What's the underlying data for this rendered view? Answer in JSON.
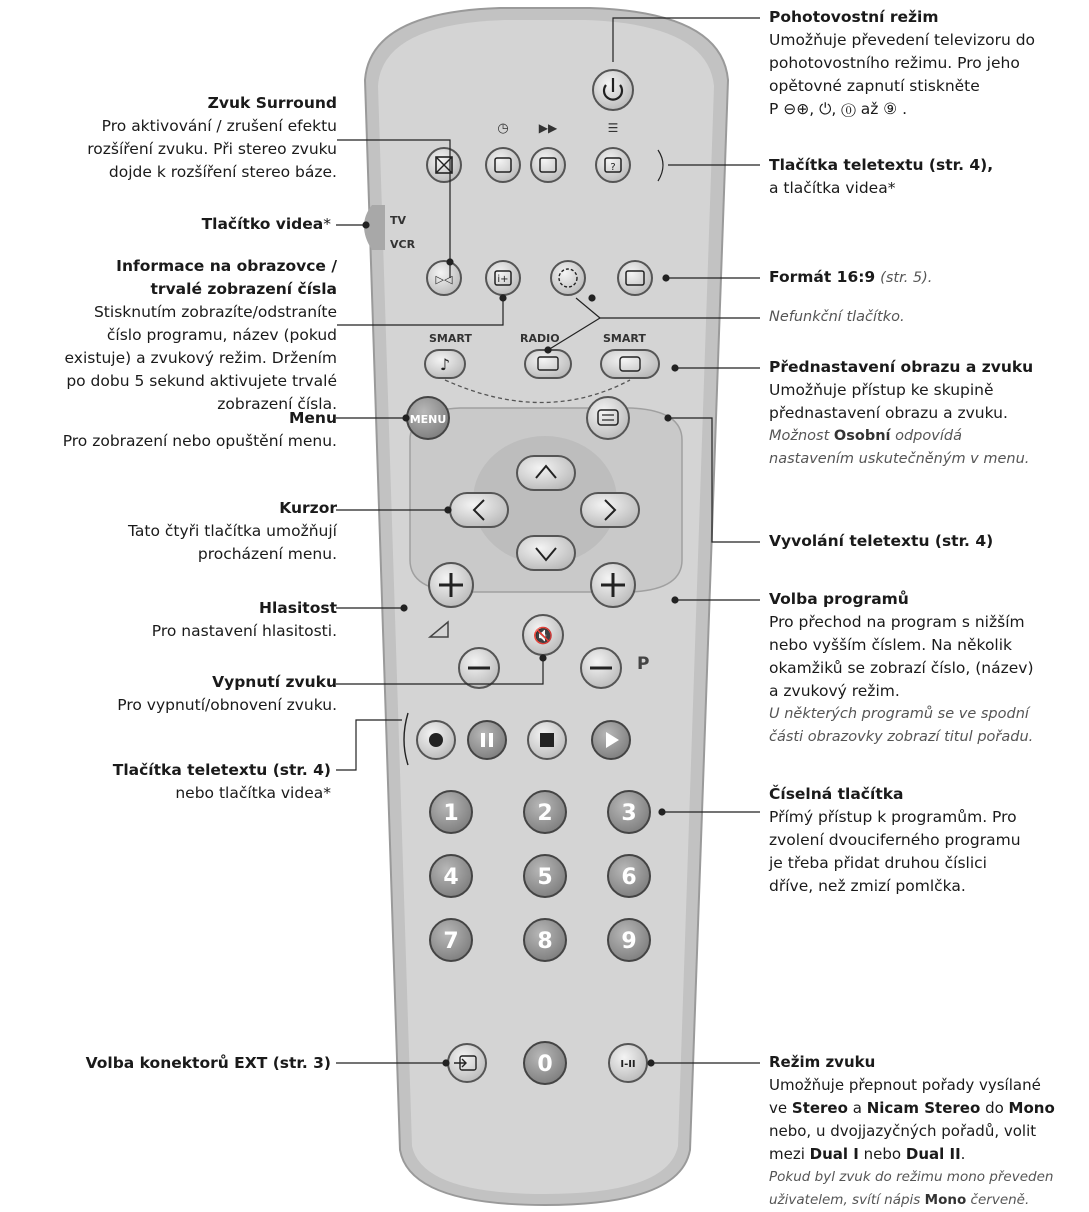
{
  "remote": {
    "tv_label": "TV",
    "vcr_label": "VCR",
    "smart_label_left": "SMART",
    "radio_label": "RADIO",
    "smart_label_right": "SMART",
    "menu_label": "MENU",
    "p_label": "P",
    "digits": [
      "1",
      "2",
      "3",
      "4",
      "5",
      "6",
      "7",
      "8",
      "9",
      "0"
    ],
    "sound_mode_label": "I-II"
  },
  "left": {
    "surround_title": "Zvuk Surround",
    "surround_l1": "Pro aktivování / zrušení efektu",
    "surround_l2": "rozšíření zvuku. Při stereo zvuku",
    "surround_l3": "dojde k rozšíření stereo báze.",
    "video_btn_title": "Tlačítko videa",
    "video_btn_star": "*",
    "info_title1": "Informace na obrazovce /",
    "info_title2": "trvalé zobrazení čísla",
    "info_l1": "Stisknutím zobrazíte/odstraníte",
    "info_l2": "číslo programu, název (pokud",
    "info_l3": "existuje) a zvukový režim. Držením",
    "info_l4": "po dobu 5 sekund aktivujete trvalé",
    "info_l5": "zobrazení čísla.",
    "menu_title": "Menu",
    "menu_l1": "Pro zobrazení nebo opuštění menu.",
    "cursor_title": "Kurzor",
    "cursor_l1": "Tato čtyři tlačítka umožňují",
    "cursor_l2": "procházení menu.",
    "volume_title": "Hlasitost",
    "volume_l1": "Pro nastavení hlasitosti.",
    "mute_title": "Vypnutí zvuku",
    "mute_l1": "Pro vypnutí/obnovení zvuku.",
    "tt2_title": "Tlačítka teletextu (str. 4)",
    "tt2_l1": "nebo tlačítka videa*",
    "ext_title": "Volba konektorů EXT (str. 3)"
  },
  "right": {
    "standby_title": "Pohotovostní režim",
    "standby_l1": "Umožňuje převedení televizoru do",
    "standby_l2": "pohotovostního režimu. Pro jeho",
    "standby_l3": "opětovné zapnutí stiskněte",
    "standby_l4a": "P",
    "standby_l4b": "až",
    "tt1_title": "Tlačítka teletextu (str. 4),",
    "tt1_l1": "a tlačítka videa*",
    "format_title": "Formát 16:9",
    "format_ref": "(str. 5).",
    "nonfunc": "Nefunkční tlačítko.",
    "preset_title": "Přednastavení obrazu a zvuku",
    "preset_l1": "Umožňuje přístup ke skupině",
    "preset_l2": "přednastavení obrazu a zvuku.",
    "preset_l3a": "Možnost",
    "preset_l3b": "Osobní",
    "preset_l3c": "odpovídá",
    "preset_l4": "nastavením uskutečněným v menu.",
    "teletext_call": "Vyvolání teletextu (str. 4)",
    "prog_title": "Volba programů",
    "prog_l1": "Pro přechod na program s nižším",
    "prog_l2": "nebo vyšším číslem. Na několik",
    "prog_l3": "okamžiků se zobrazí číslo, (název)",
    "prog_l4": "a zvukový režim.",
    "prog_l5": "U některých programů se ve spodní",
    "prog_l6": "části obrazovky zobrazí titul pořadu.",
    "num_title": "Číselná tlačítka",
    "num_l1": "Přímý přístup k programům. Pro",
    "num_l2": "zvolení dvouciferného programu",
    "num_l3": "je třeba přidat druhou číslici",
    "num_l4": "dříve, než zmizí pomlčka.",
    "sound_title": "Režim zvuku",
    "sound_l1": "Umožňuje přepnout pořady vysílané",
    "sound_l2a": "ve",
    "sound_l2b": "Stereo",
    "sound_l2c": "a",
    "sound_l2d": "Nicam Stereo",
    "sound_l2e": "do",
    "sound_l2f": "Mono",
    "sound_l3": "nebo, u dvojjazyčných pořadů, volit",
    "sound_l4a": "mezi",
    "sound_l4b": "Dual I",
    "sound_l4c": "nebo",
    "sound_l4d": "Dual II",
    "sound_l4e": ".",
    "sound_l5": "Pokud byl zvuk do režimu mono převeden",
    "sound_l6a": "uživatelem, svítí nápis",
    "sound_l6b": "Mono",
    "sound_l6c": "červeně."
  }
}
